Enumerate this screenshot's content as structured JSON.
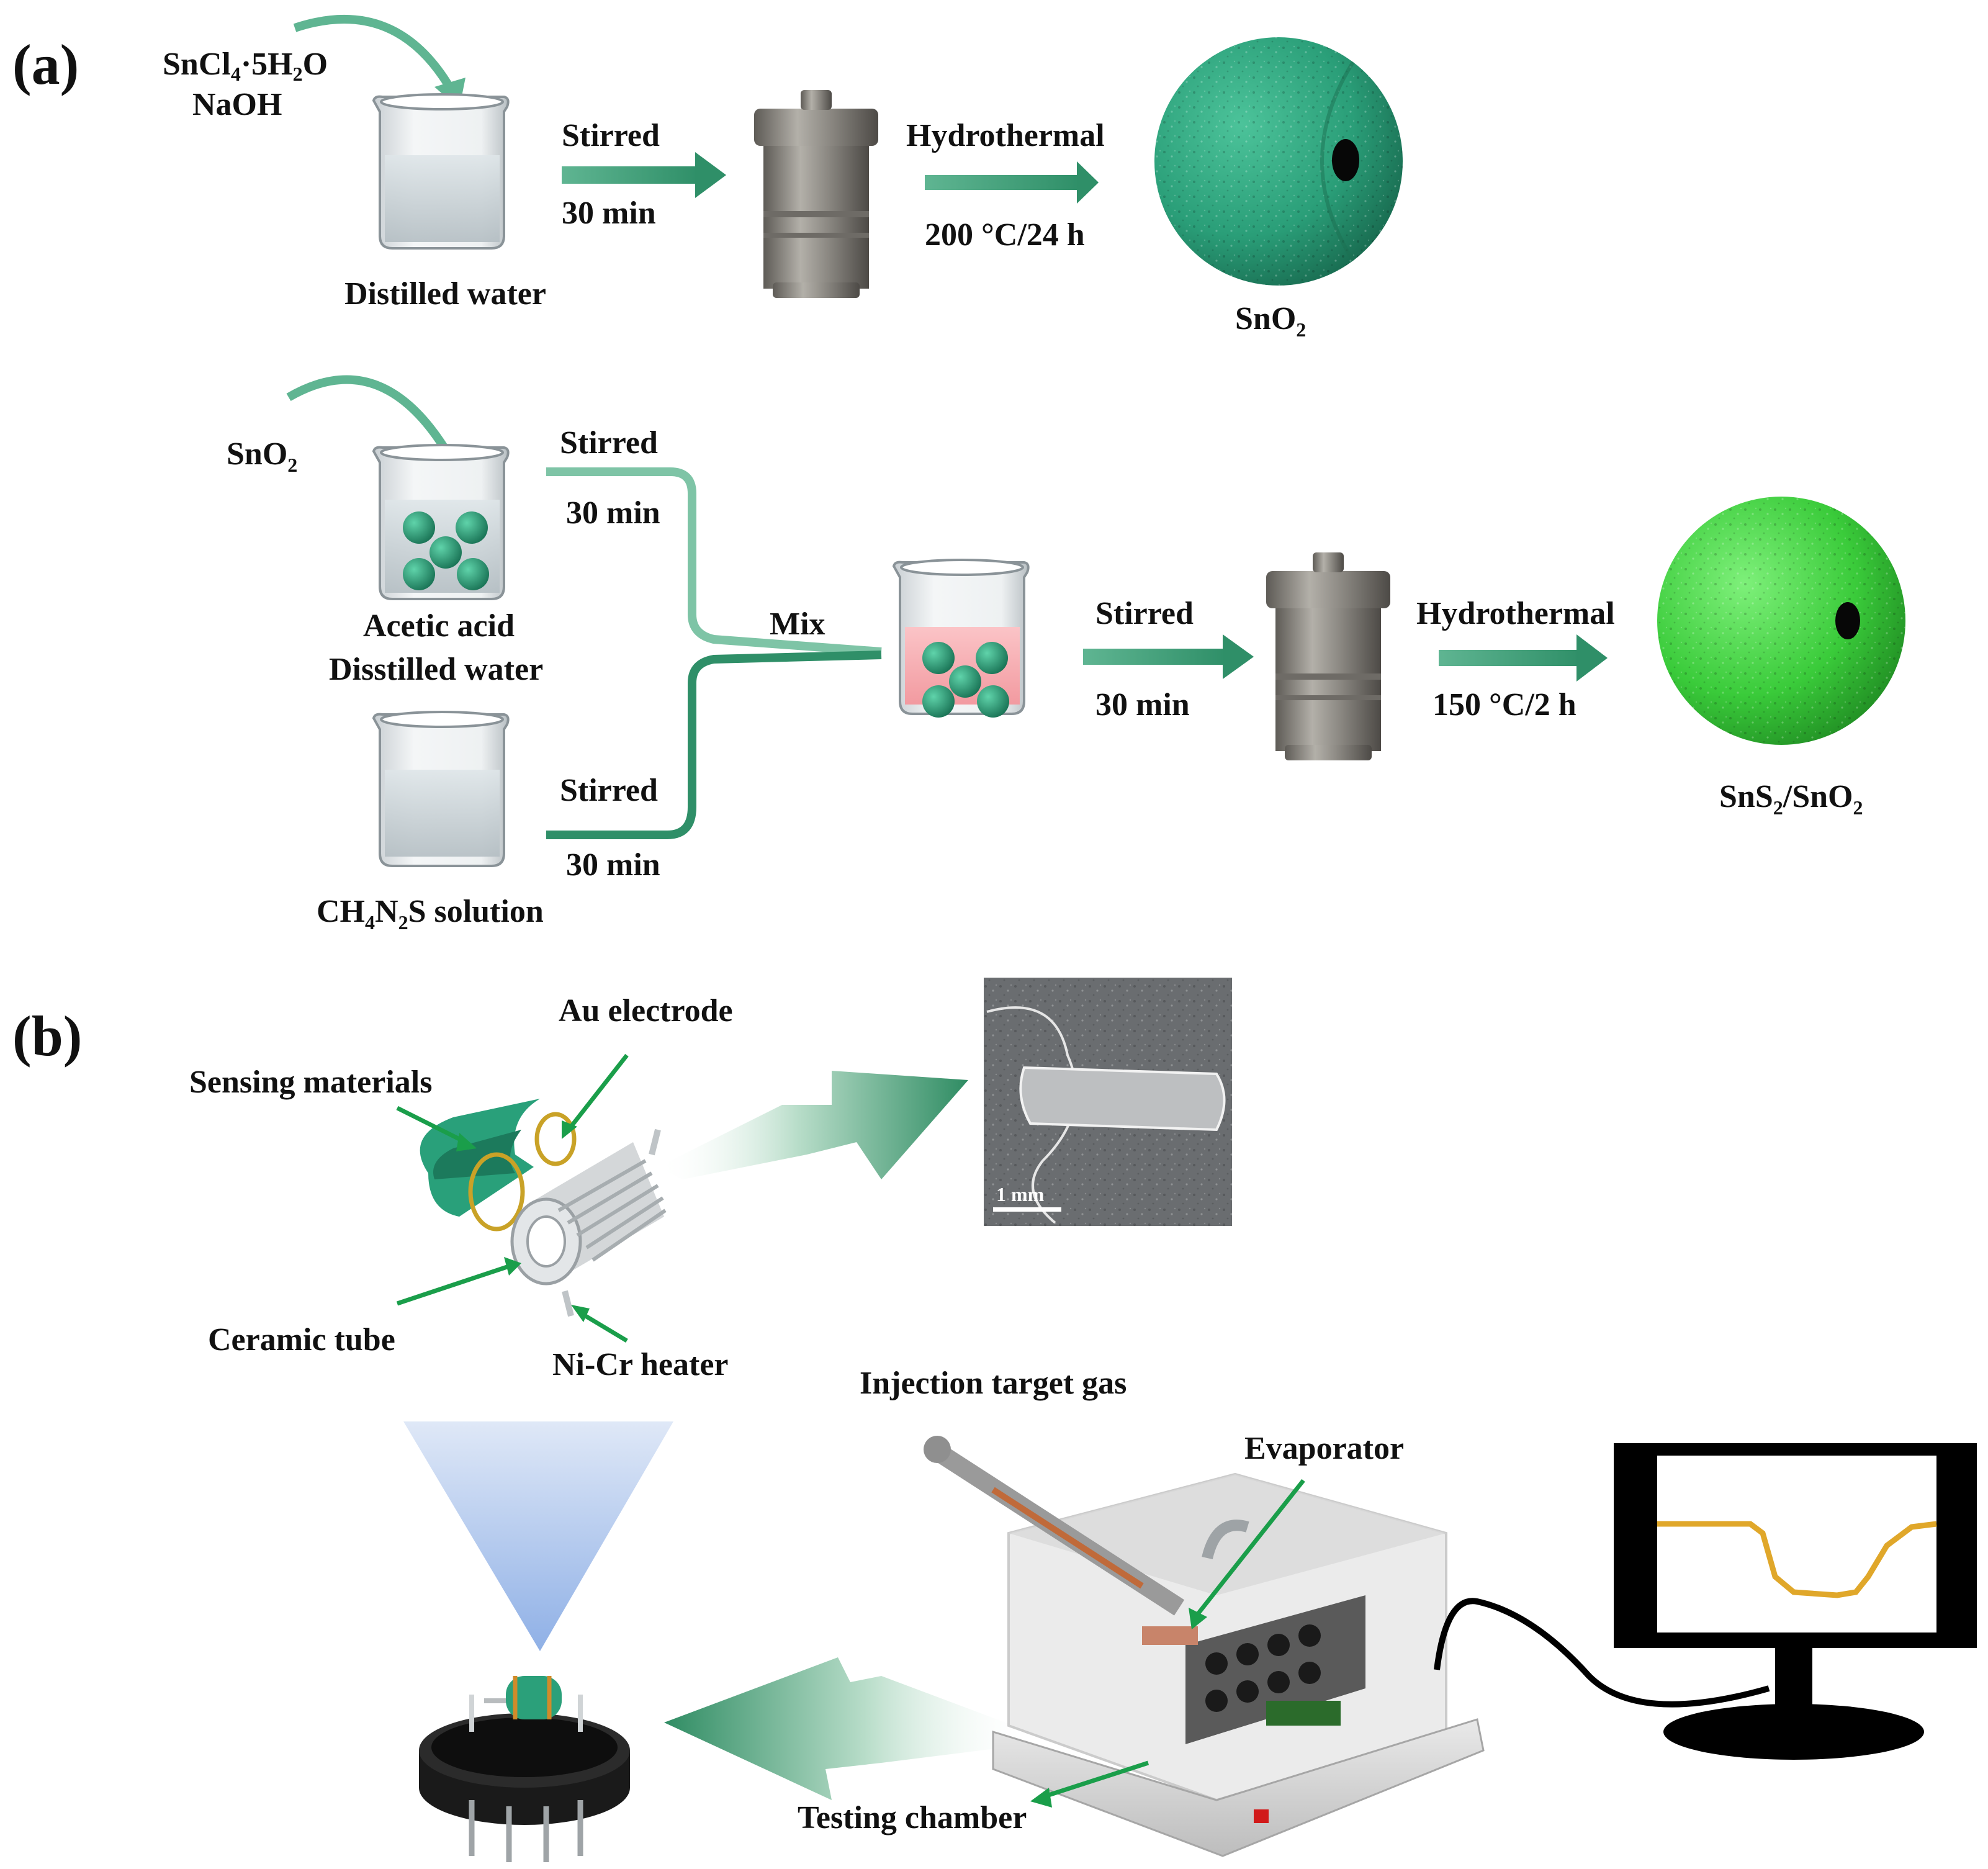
{
  "panel_a": {
    "label": "(a)",
    "row1": {
      "reagent_line1": "SnCl",
      "reagent_line1_sub": "4",
      "reagent_line1_mid": "·5H",
      "reagent_line1_sub2": "2",
      "reagent_line1_end": "O",
      "reagent_line2": "NaOH",
      "beaker_label": "Distilled water",
      "step1_top": "Stirred",
      "step1_bottom": "30 min",
      "step2_top": "Hydrothermal",
      "step2_bottom": "200 °C/24 h",
      "product_main": "SnO",
      "product_sub": "2"
    },
    "row2": {
      "reagent_main": "SnO",
      "reagent_sub": "2",
      "beaker1_line1": "Acetic acid",
      "beaker1_line2": "Disstilled water",
      "beaker2_main1": "CH",
      "beaker2_sub1": "4",
      "beaker2_main2": "N",
      "beaker2_sub2": "2",
      "beaker2_main3": "S solution",
      "branch1_top": "Stirred",
      "branch1_bottom": "30 min",
      "branch2_top": "Stirred",
      "branch2_bottom": "30 min",
      "mix_label": "Mix",
      "step3_top": "Stirred",
      "step3_bottom": "30 min",
      "step4_top": "Hydrothermal",
      "step4_bottom": "150 °C/2 h",
      "product_a": "SnS",
      "product_a_sub": "2",
      "product_b": "/SnO",
      "product_b_sub": "2"
    }
  },
  "panel_b": {
    "label": "(b)",
    "au_electrode": "Au electrode",
    "sensing_materials": "Sensing materials",
    "ceramic_tube": "Ceramic tube",
    "nicr_heater": "Ni-Cr heater",
    "scale_bar": "1 mm",
    "injection": "Injection target gas",
    "evaporator": "Evaporator",
    "testing_chamber": "Testing chamber"
  },
  "colors": {
    "teal": "#2aa37a",
    "teal_dark": "#1f7a5c",
    "bright_green": "#3ccf3c",
    "arrow_green": "#3c9b72",
    "pointer_green": "#1a9e4a",
    "solution_pink": "#f7a8ad",
    "steel": "#8f8c86",
    "signal_yellow": "#e0a72a"
  }
}
